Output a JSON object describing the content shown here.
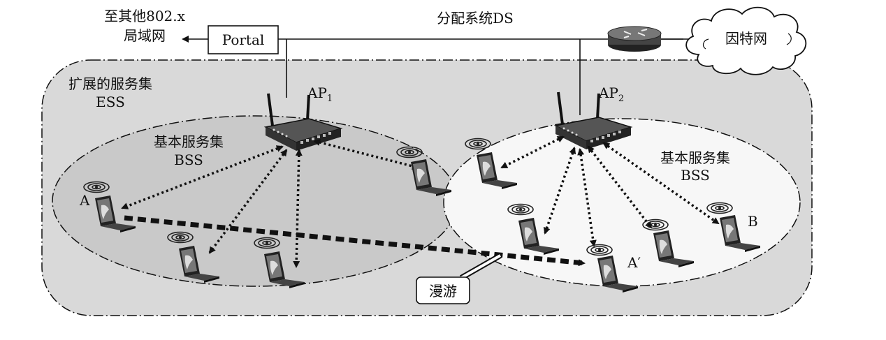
{
  "labels": {
    "other_lan_line1": "至其他802.x",
    "other_lan_line2": "局域网",
    "portal": "Portal",
    "ds": "分配系统DS",
    "internet": "因特网",
    "ess_line1": "扩展的服务集",
    "ess_line2": "ESS",
    "ap1": "AP",
    "ap1_sub": "1",
    "ap2": "AP",
    "ap2_sub": "2",
    "bss1_line1": "基本服务集",
    "bss1_line2": "BSS",
    "bss2_line1": "基本服务集",
    "bss2_line2": "BSS",
    "station_a": "A",
    "station_a_prime": "A′",
    "station_b": "B",
    "roaming": "漫游"
  },
  "colors": {
    "ess_fill": "#d9d9d9",
    "bss1_fill": "#c9c9c9",
    "bss2_fill": "#f7f7f7",
    "line": "#111111"
  }
}
